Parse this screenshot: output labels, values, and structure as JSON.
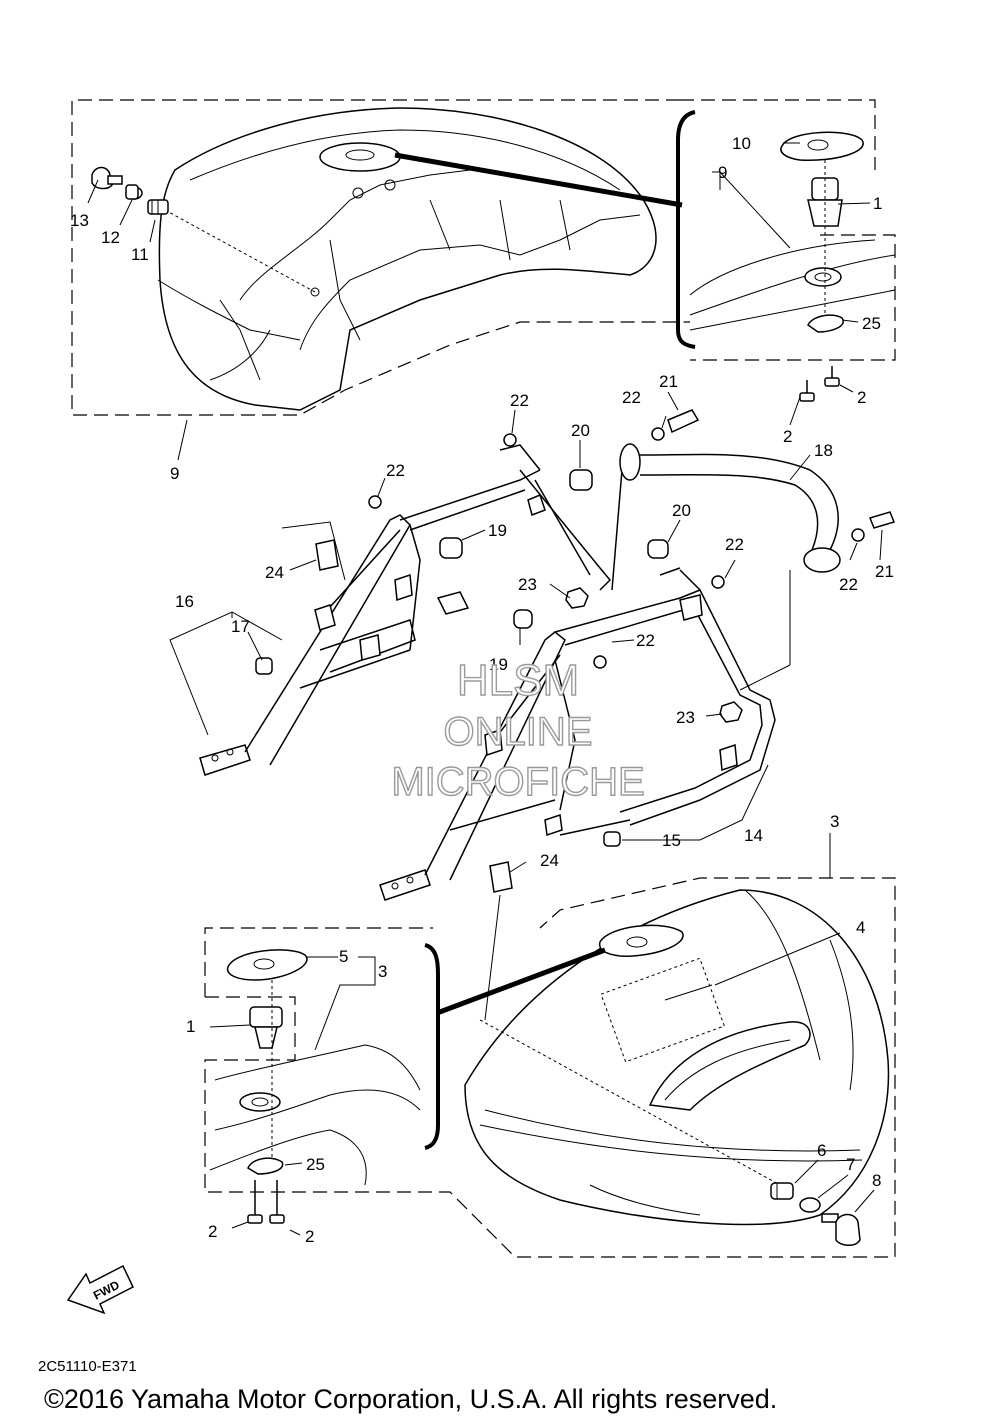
{
  "callouts": [
    {
      "id": "c1",
      "text": "1"
    },
    {
      "id": "c2",
      "text": "2"
    },
    {
      "id": "c3",
      "text": "3"
    },
    {
      "id": "c4",
      "text": "4"
    },
    {
      "id": "c5",
      "text": "5"
    },
    {
      "id": "c6",
      "text": "6"
    },
    {
      "id": "c7",
      "text": "7"
    },
    {
      "id": "c8",
      "text": "8"
    },
    {
      "id": "c9",
      "text": "9"
    },
    {
      "id": "c10",
      "text": "10"
    },
    {
      "id": "c11",
      "text": "11"
    },
    {
      "id": "c12",
      "text": "12"
    },
    {
      "id": "c13",
      "text": "13"
    },
    {
      "id": "c14",
      "text": "14"
    },
    {
      "id": "c15",
      "text": "15"
    },
    {
      "id": "c16",
      "text": "16"
    },
    {
      "id": "c17",
      "text": "17"
    },
    {
      "id": "c18",
      "text": "18"
    },
    {
      "id": "c19",
      "text": "19"
    },
    {
      "id": "c20",
      "text": "20"
    },
    {
      "id": "c21",
      "text": "21"
    },
    {
      "id": "c22",
      "text": "22"
    },
    {
      "id": "c23",
      "text": "23"
    },
    {
      "id": "c24",
      "text": "24"
    },
    {
      "id": "c25",
      "text": "25"
    }
  ],
  "watermark": {
    "line1": "HLSM",
    "line2": "ONLINE",
    "line3": "MICROFICHE"
  },
  "fwd_label": "FWD",
  "diagram_code": "2C51110-E371",
  "copyright": "©2016 Yamaha Motor Corporation, U.S.A. All rights reserved.",
  "colors": {
    "ink": "#000000",
    "watermark_outline": "#9a9a9a",
    "background": "#ffffff"
  }
}
